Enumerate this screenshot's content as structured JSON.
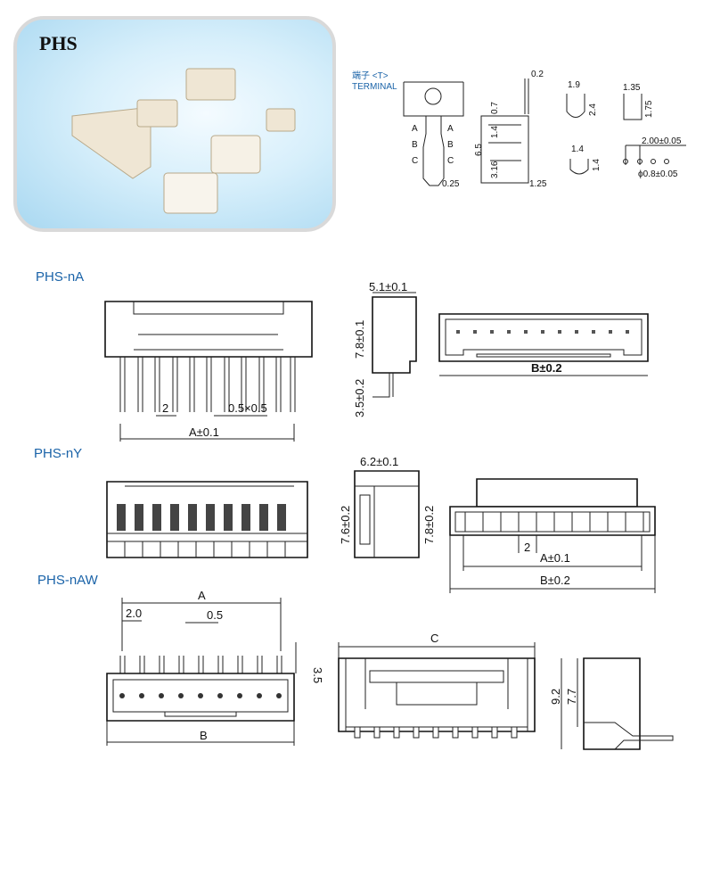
{
  "photo": {
    "title": "PHS"
  },
  "terminal": {
    "label_cn": "端子 <T>",
    "label_en": "TERMINAL",
    "dims": {
      "d02": "0.2",
      "d07": "0.7",
      "d14": "1.4",
      "d65": "6.5",
      "d316": "3.16",
      "d025": "0.25",
      "d125": "1.25",
      "d19": "1.9",
      "d24": "2.4",
      "d135": "1.35",
      "d175": "1.75",
      "d14b": "1.4",
      "d14c": "1.4",
      "pitch": "2.00±0.05",
      "hole": "ϕ0.8±0.05"
    },
    "sections": {
      "a1": "A",
      "a2": "A",
      "b1": "B",
      "b2": "B",
      "c1": "C",
      "c2": "C"
    }
  },
  "phs_na": {
    "label": "PHS-nA",
    "pitch": "2",
    "pin": "0.5×0.5",
    "a": "A±0.1",
    "width": "5.1±0.1",
    "height": "7.8±0.1",
    "pin_len": "3.5±0.2",
    "b": "B±0.2"
  },
  "phs_ny": {
    "label": "PHS-nY",
    "width": "6.2±0.1",
    "h1": "7.6±0.2",
    "h2": "7.8±0.2",
    "pitch": "2",
    "a": "A±0.1",
    "b": "B±0.2"
  },
  "phs_naw": {
    "label": "PHS-nAW",
    "a": "A",
    "pitch": "2.0",
    "pin": "0.5",
    "pin_len": "3.5",
    "b": "B",
    "c": "C",
    "h1": "9.2",
    "h2": "7.7"
  }
}
